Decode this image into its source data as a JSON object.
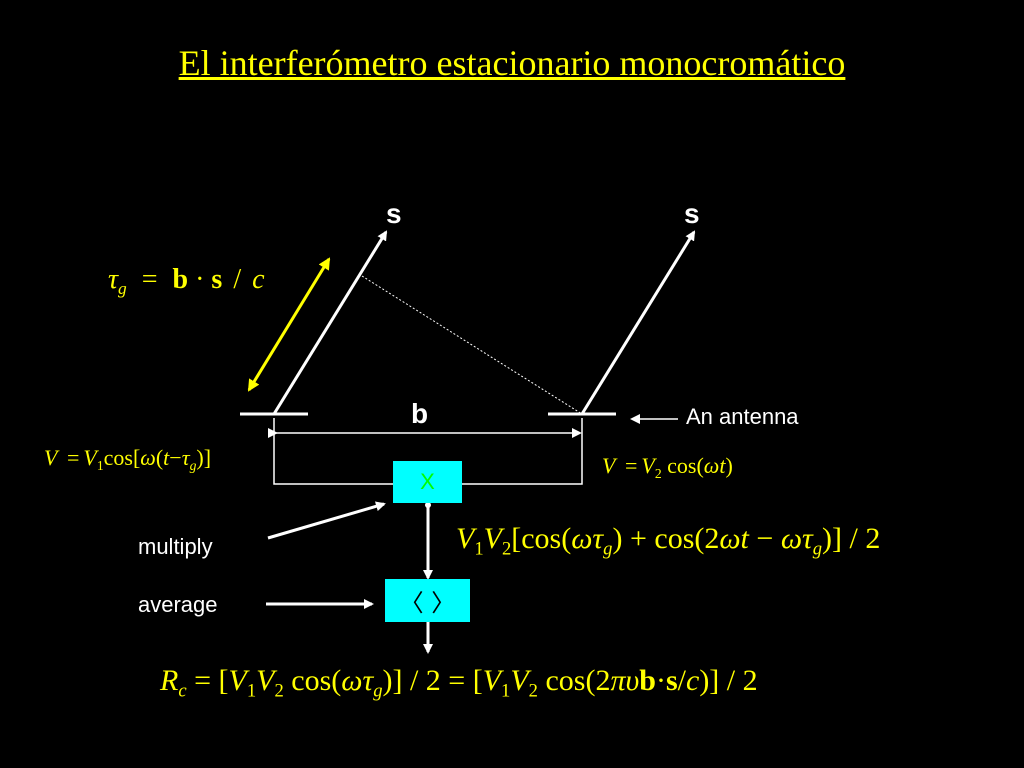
{
  "title": "El interferómetro estacionario monocromático",
  "labels": {
    "source_left": "s",
    "source_right": "s",
    "baseline": "b",
    "antenna": "An antenna",
    "multiply": "multiply",
    "average": "average"
  },
  "boxes": {
    "multiplier": "X",
    "averager": "〈 〉"
  },
  "equations": {
    "delay": {
      "tau": "τ",
      "g": "g",
      "eq": "=",
      "b": "b",
      "dot": "·",
      "s": "s",
      "slash": "/",
      "c": "c"
    },
    "v1": {
      "V": "V",
      "eq": "=",
      "V1": "V",
      "one": "1",
      "cos": "cos[",
      "omega": "ω",
      "lp": "(",
      "t": "t",
      "minus": "−",
      "tau": "τ",
      "g": "g",
      "rp": ")]"
    },
    "v2": {
      "V": "V",
      "eq": "=",
      "V2": "V",
      "two": "2",
      "cos": "cos(",
      "omega": "ω",
      "t": "t",
      "rp": ")"
    },
    "product": {
      "V1": "V",
      "one": "1",
      "V2": "V",
      "two": "2",
      "cos1": "[cos(",
      "omega1": "ω",
      "tau1": "τ",
      "g1": "g",
      "plus": ") + cos(2",
      "omega2": "ω",
      "t": "t",
      "minus": " − ",
      "omega3": "ω",
      "tau2": "τ",
      "g2": "g",
      "tail": ")] / 2"
    },
    "response": {
      "R": "R",
      "c_sub": "c",
      "eq1": " = [",
      "V1": "V",
      "one": "1",
      "V2": "V",
      "two": "2",
      "cos1": " cos(",
      "omega": "ω",
      "tau": "τ",
      "g": "g",
      "mid": ")] / 2 = [",
      "V1b": "V",
      "oneb": "1",
      "V2b": "V",
      "twob": "2",
      "cos2": " cos(2",
      "pi": "π",
      "nu": "υ",
      "b": "b",
      "dot": "·",
      "s": "s",
      "slash": "/",
      "c": "c",
      "tail": ")] / 2"
    }
  },
  "colors": {
    "background": "#000000",
    "title": "#ffff00",
    "equation": "#ffff00",
    "box_fill": "#00ffff",
    "box_text": "#00ff00",
    "lines": "#ffffff",
    "delay_arrow": "#ffff00"
  }
}
